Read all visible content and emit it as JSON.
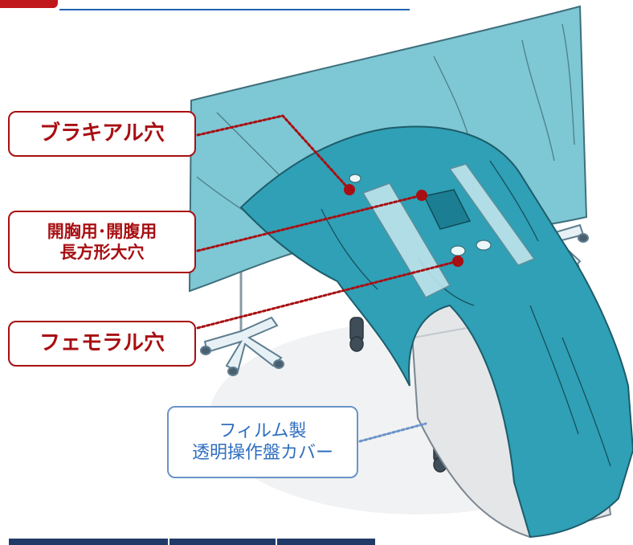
{
  "labels": {
    "brachial": "ブラキアル穴",
    "thoracic_line1": "開胸用･開腹用",
    "thoracic_line2": "長方形大穴",
    "femoral": "フェモラル穴",
    "cover_line1": "フィルム製",
    "cover_line2": "透明操作盤カバー"
  },
  "colors": {
    "accent_red": "#a80f12",
    "accent_blue": "#2f6fc0",
    "drape_teal": "#7ec7d4",
    "table_navy": "#203a68"
  }
}
